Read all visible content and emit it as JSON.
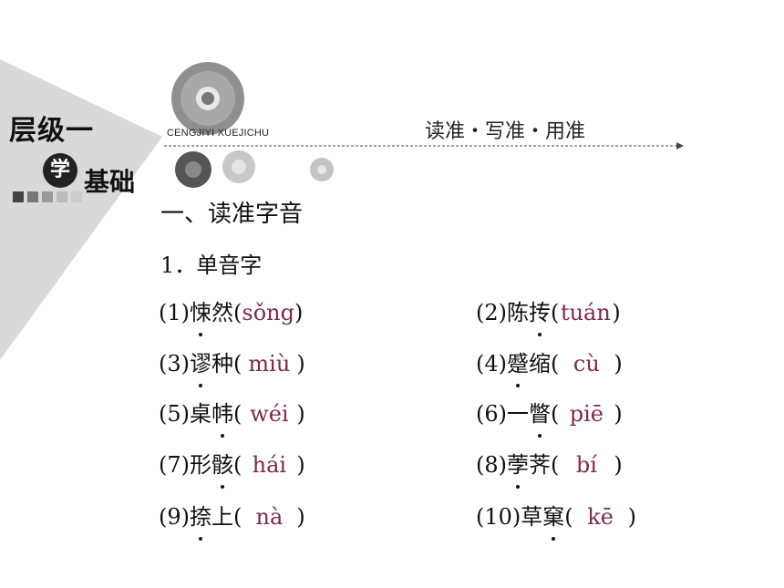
{
  "header": {
    "level_title": "层级一",
    "xue_char": "学",
    "level_subtitle": "基础",
    "pinyin_label": "CENGJIYI XUEJICHU",
    "motto": "读准・写准・用准"
  },
  "section_title": "一、读准字音",
  "subsection_title": "1．单音字",
  "colors": {
    "pinyin": "#7a2a4e",
    "banner": "#d9d9d9"
  },
  "items": [
    {
      "num": "(1)",
      "before": "",
      "marked": "悚",
      "after": "然",
      "pinyin": "sǒng"
    },
    {
      "num": "(2)",
      "before": "陈",
      "marked": "抟",
      "after": "",
      "pinyin": "tuán"
    },
    {
      "num": "(3)",
      "before": "",
      "marked": "谬",
      "after": "种",
      "pinyin": "miù"
    },
    {
      "num": "(4)",
      "before": "",
      "marked": "蹙",
      "after": "缩",
      "pinyin": "cù"
    },
    {
      "num": "(5)",
      "before": "桌",
      "marked": "帏",
      "after": "",
      "pinyin": "wéi"
    },
    {
      "num": "(6)",
      "before": "一",
      "marked": "瞥",
      "after": "",
      "pinyin": "piē"
    },
    {
      "num": "(7)",
      "before": "形",
      "marked": "骸",
      "after": "",
      "pinyin": "hái"
    },
    {
      "num": "(8)",
      "before": "",
      "marked": "荸",
      "after": "荠",
      "pinyin": "bí"
    },
    {
      "num": "(9)",
      "before": "",
      "marked": "捺",
      "after": "上",
      "pinyin": "nà"
    },
    {
      "num": "(10)",
      "before": "草",
      "marked": "窠",
      "after": "",
      "pinyin": "kē"
    }
  ]
}
